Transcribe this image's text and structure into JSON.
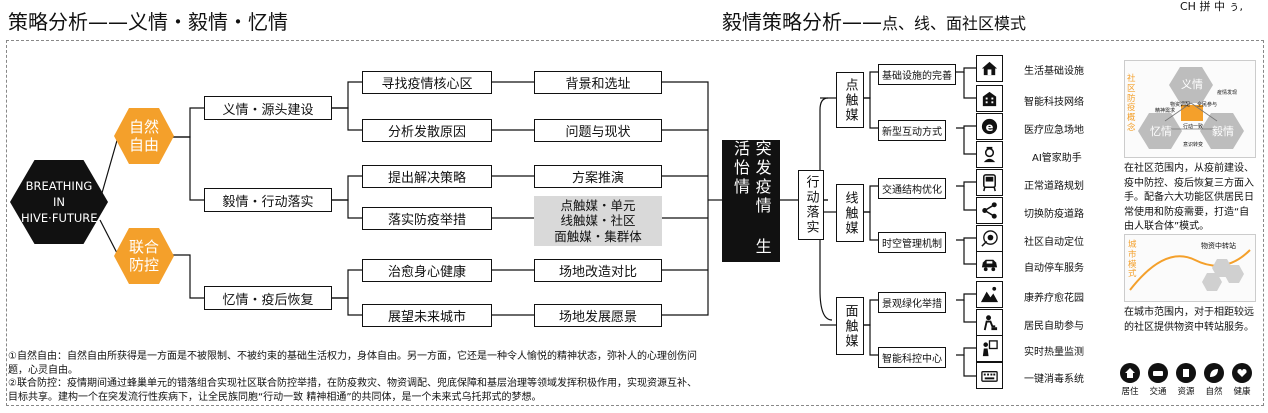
{
  "header": {
    "left_title": "策略分析——义情・毅情・忆情",
    "right_title_main": "毅情策略分析——",
    "right_title_sub": "点、线、面社区模式",
    "ime": "CH 拼 中 ぅ,"
  },
  "left_diagram": {
    "center": "BREATHING IN HIVE·FUTURE",
    "hex_top": "自然自由",
    "hex_bottom": "联合防控",
    "branches": [
      "义情・源头建设",
      "毅情・行动落实",
      "忆情・疫后恢复"
    ],
    "actions": [
      "寻找疫情核心区",
      "分析发散原因",
      "提出解决策略",
      "落实防疫举措",
      "治愈身心健康",
      "展望未来城市"
    ],
    "results": [
      "背景和选址",
      "问题与现状",
      "方案推演",
      "点触媒・单元\n线触媒・社区\n面触媒・集群体",
      "场地改造对比",
      "场地发展愿景"
    ],
    "goal": "突发疫情  生活怡情",
    "action_label": "行动落实"
  },
  "notes": {
    "note1": "①自然自由：自然自由所获得是一方面是不被限制、不被约束的基础生活权力，身体自由。另一方面，它还是一种令人愉悦的精神状态，弥补人的心理创伤问题，心灵自由。",
    "note2": "②联合防控：疫情期间通过蜂巢单元的错落组合实现社区联合防控举措，在防疫救灾、物资调配、兜底保障和基层治理等领域发挥积极作用，实现资源互补、目标共享。建构一个在突发流行性疾病下，让全民族同胞“行动一致 精神相通”的共同体，是一个未来式乌托邦式的梦想。"
  },
  "right_diagram": {
    "groups": [
      "点触媒",
      "线触媒",
      "面触媒"
    ],
    "subs": [
      "基础设施的完善",
      "新型互动方式",
      "交通结构优化",
      "时空管理机制",
      "景观绿化举措",
      "智能科控中心"
    ],
    "items": [
      "生活基础设施",
      "智能科技网络",
      "医疗应急场地",
      "AI管家助手",
      "正常道路规划",
      "切换防疫道路",
      "社区自动定位",
      "自动停车服务",
      "康养疗愈花园",
      "居民自助参与",
      "实时热量监测",
      "一键消毒系统"
    ],
    "icon_names": [
      "house-icon",
      "building-icon",
      "browser-icon",
      "nurse-icon",
      "bus-icon",
      "share-icon",
      "location-icon",
      "car-icon",
      "landscape-icon",
      "worker-icon",
      "monitor-person-icon",
      "keyboard-icon"
    ]
  },
  "side": {
    "img1_label": "社区防疫概念",
    "hex_labels": [
      "义情",
      "忆情",
      "毅情"
    ],
    "inner_labels": [
      "物资调配",
      "全民参与",
      "疫情发现",
      "精神需求",
      "行动一致",
      "意识转变"
    ],
    "text1": "在社区范围内，从疫前建设、疫中防控、疫后恢复三方面入手。配备六大功能区供居民日常使用和防疫需要，打造“自由人联合体”模式。",
    "img2_label": "城市模式",
    "img2_inner": "物资中转站",
    "text2": "在城市范围内，对于相距较远的社区提供物资中转站服务。",
    "bottom_icons": [
      "居住",
      "交通",
      "资源",
      "自然",
      "健康"
    ]
  },
  "colors": {
    "orange": "#f4a02b",
    "black": "#111111",
    "gray": "#d9d9d9"
  }
}
